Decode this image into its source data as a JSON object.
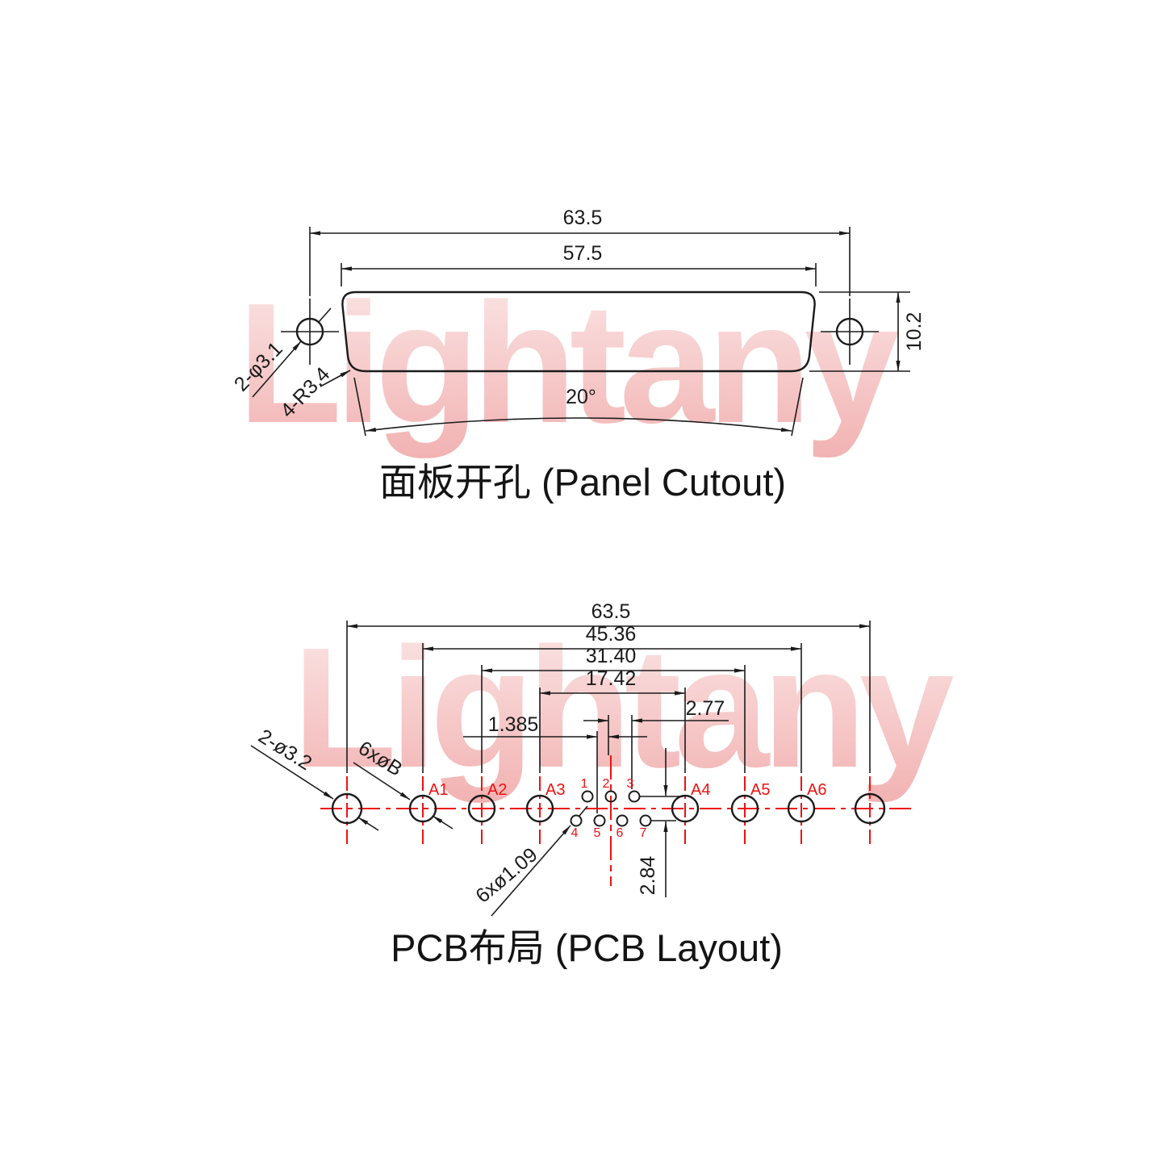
{
  "theme": {
    "line_color": "#1b1b1b",
    "accent_red": "#ee1111",
    "background": "#ffffff",
    "watermark_light": "#fbe7e7",
    "watermark_dark": "#f2b2b2"
  },
  "watermark": {
    "text": "Lightany"
  },
  "panel_cutout": {
    "title": "面板开孔 (Panel Cutout)",
    "dim_width_outer": "63.5",
    "dim_width_cutout": "57.5",
    "dim_height": "10.2",
    "dim_angle": "20°",
    "label_mount_holes": "2-φ3.1",
    "label_corner_radius": "4-R3.4"
  },
  "pcb_layout": {
    "title": "PCB布局 (PCB Layout)",
    "dim_total": "63.5",
    "dim_a1_a6": "45.36",
    "dim_a2_a5": "31.40",
    "dim_a3_a4": "17.42",
    "dim_pin_pitch": "2.77",
    "dim_pin_offset": "1.385",
    "dim_row_spacing": "2.84",
    "label_mount_holes": "2-ø3.2",
    "label_coax_holes": "6xøB",
    "label_signal_pins": "6xø1.09",
    "coax_labels": [
      "A1",
      "A2",
      "A3",
      "A4",
      "A5",
      "A6"
    ],
    "pin_numbers": [
      "1",
      "2",
      "3",
      "4",
      "5",
      "6",
      "7"
    ]
  }
}
